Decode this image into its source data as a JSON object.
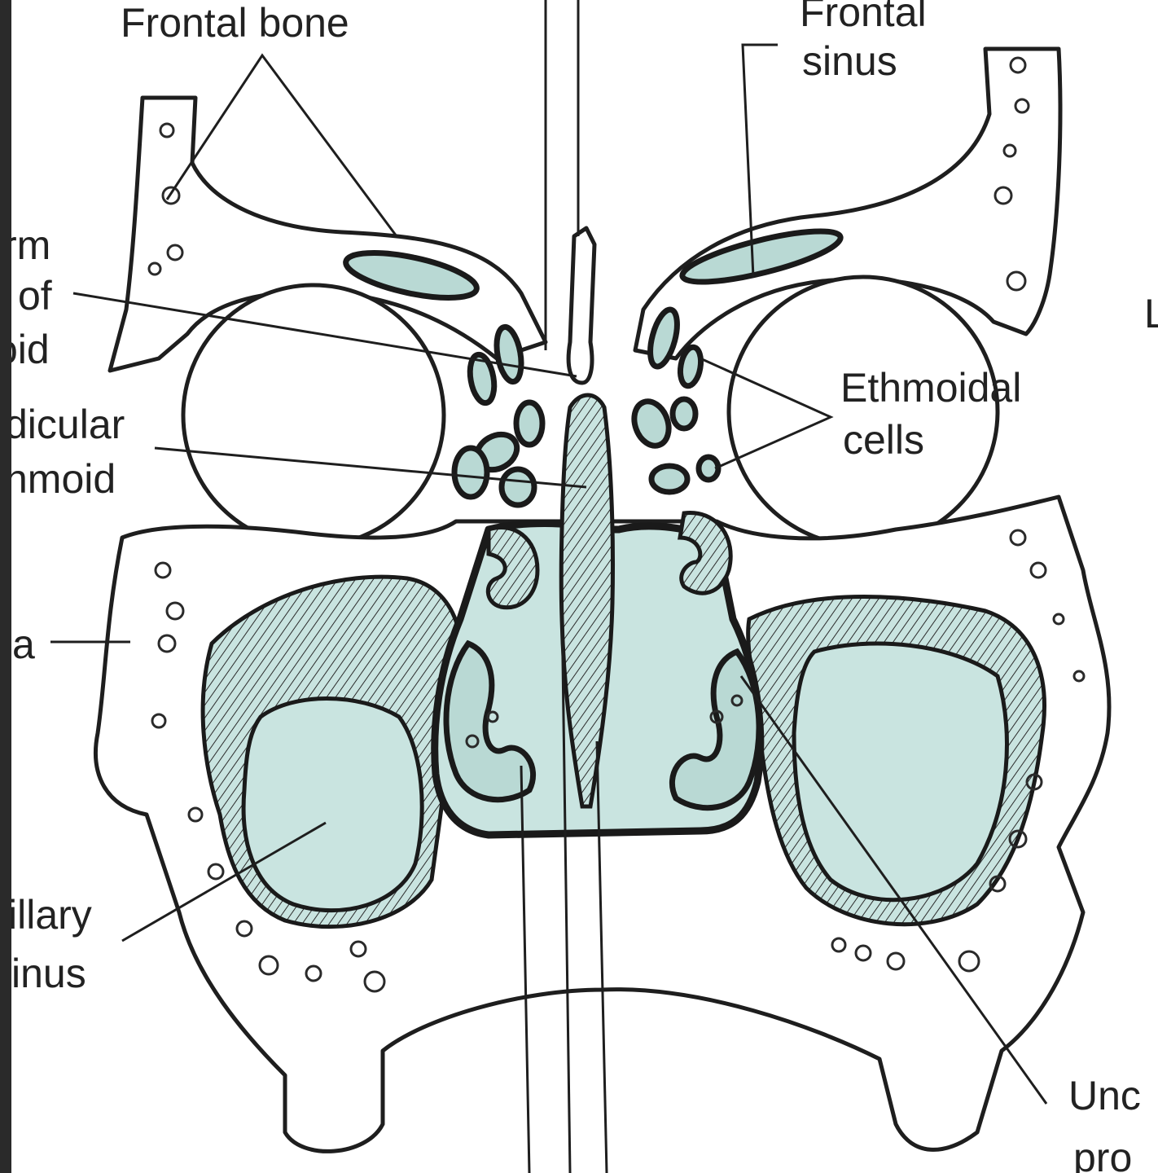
{
  "labels": {
    "frontal_bone": "Frontal bone",
    "frontal_sinus_line1": "Frontal",
    "frontal_sinus_line2": "sinus",
    "orbital_plate_line1": "rm",
    "orbital_plate_line2": "of",
    "orbital_plate_line3": "oid",
    "perpendicular_line1": "dicular",
    "perpendicular_line2": "hmoid",
    "ethmoidal_line1": "Ethmoidal",
    "ethmoidal_line2": "cells",
    "left_a": "a",
    "maxillary_line1": "illary",
    "maxillary_line2": "inus",
    "uncinate_line1": "Unc",
    "uncinate_line2": "pro",
    "right_edge_letter": "L"
  },
  "colors": {
    "cavity_fill": "#c9e4e0",
    "bone_fill": "#ffffff",
    "outline": "#1a1a1a",
    "frame": "#2a2a2a"
  }
}
